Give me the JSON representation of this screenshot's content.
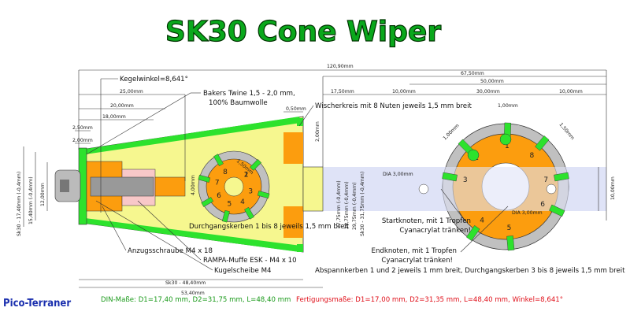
{
  "title": "SK30 Cone Wiper",
  "brand": "Pico-Terraner",
  "footer": {
    "din": "DIN-Maße: D1=17,40 mm, D2=31,75 mm, L=48,40 mm",
    "fertigung": "Fertigungsmaße: D1=17,00 mm, D2=31,35 mm, L=48,40 mm, Winkel=8,641°"
  },
  "labels": {
    "kegelwinkel": "Kegelwinkel=8,641°",
    "twine": "Bakers Twine 1,5 - 2,0 mm,",
    "twine2": "100% Baumwolle",
    "wischer": "Wischerkreis mit 8 Nuten jeweils 1,5 mm breit",
    "durchgang": "Durchgangskerben 1 bis 8 jeweils 1,5 mm breit",
    "anzug": "Anzugsschraube M4 x 18",
    "rampa": "RAMPA-Muffe ESK - M4 x 10",
    "kugel": "Kugelscheibe M4",
    "start1": "Startknoten, mit 1 Tropfen",
    "start2": "Cyanacrylat tränken!",
    "end1": "Endknoten, mit 1 Tropfen",
    "end2": "Cyanacrylat tränken!",
    "abspann": "Abspannkerben 1 und 2 jeweils 1 mm breit, Durchgangskerben 3 bis 8 jeweils 1,5 mm breit"
  },
  "dims": {
    "total": "120,90mm",
    "d67": "67,50mm",
    "d50": "50,00mm",
    "d17": "17,50mm",
    "d10a": "10,00mm",
    "d30": "30,00mm",
    "d10b": "10,00mm",
    "d25": "25,00mm",
    "d20": "20,00mm",
    "d18": "18,00mm",
    "d250": "2,50mm",
    "d200": "2,00mm",
    "d050": "0,50mm",
    "d100top": "1,00mm",
    "d100diag": "1,00mm",
    "d150diag": "1,50mm",
    "d150small": "1,50mm",
    "d450": "4,00mm",
    "dia3a": "DIA 3,00mm",
    "dia3b": "DIA 3,00mm",
    "d10r": "10,00mm",
    "sk30dia": "Sk30 - 31,75mm (-0,4mm)",
    "sk30l": "Sk30 - 48,40mm",
    "d53": "53,40mm",
    "sk30d1": "Sk30 - 17,40mm (-0,4mm)",
    "d1540": "15,40mm (-0,4mm)",
    "d12": "12,00mm",
    "d2775": "27,75mm (-0,4mm)",
    "d2975": "29,75mm (-0,4mm)",
    "d2875": "28,75mm (-0,4mm)",
    "d2000v": "2,00mm"
  },
  "numbers": {
    "small": [
      "1",
      "2",
      "3",
      "4",
      "5",
      "6",
      "7",
      "8"
    ],
    "big": [
      "1",
      "2",
      "3",
      "4",
      "5",
      "6",
      "7",
      "8"
    ]
  },
  "colors": {
    "cone": "#f6f78f",
    "green": "#2de22d",
    "orange": "#fc9d0e",
    "pink": "#f8c8c8",
    "gray": "#c0c0c0",
    "lightblue": "#dfe3f7"
  }
}
